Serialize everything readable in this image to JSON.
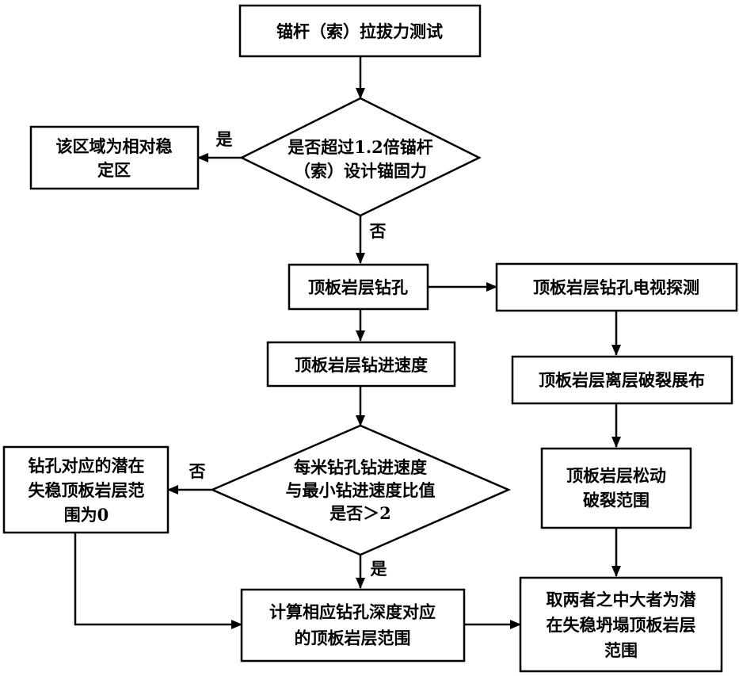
{
  "nodes": {
    "pullout_test": {
      "lines": [
        "锚杆（索）拉拔力测试"
      ]
    },
    "exceed_check": {
      "lines": [
        "是否超过1.2倍锚杆",
        "（索）设计锚固力"
      ]
    },
    "stable_zone": {
      "lines": [
        "该区域为相对稳",
        "定区"
      ]
    },
    "roof_drilling": {
      "lines": [
        "顶板岩层钻孔"
      ]
    },
    "tv_detection": {
      "lines": [
        "顶板岩层钻孔电视探测"
      ]
    },
    "drill_speed": {
      "lines": [
        "顶板岩层钻进速度"
      ]
    },
    "separation_distribution": {
      "lines": [
        "顶板岩层离层破裂展布"
      ]
    },
    "speed_ratio_check": {
      "lines": [
        "每米钻孔钻进速度",
        "与最小钻进速度比值",
        "是否＞2"
      ]
    },
    "potential_zero": {
      "lines": [
        "钻孔对应的潜在",
        "失稳顶板岩层范",
        "围为0"
      ]
    },
    "loose_fracture_range": {
      "lines": [
        "顶板岩层松动",
        "破裂范围"
      ]
    },
    "compute_range": {
      "lines": [
        "计算相应钻孔深度对应",
        "的顶板岩层范围"
      ]
    },
    "final_range": {
      "lines": [
        "取两者之中大者为潜",
        "在失稳坍塌顶板岩层",
        "范围"
      ]
    }
  },
  "edge_labels": {
    "exceed_yes": "是",
    "exceed_no": "否",
    "ratio_no": "否",
    "ratio_yes": "是"
  }
}
